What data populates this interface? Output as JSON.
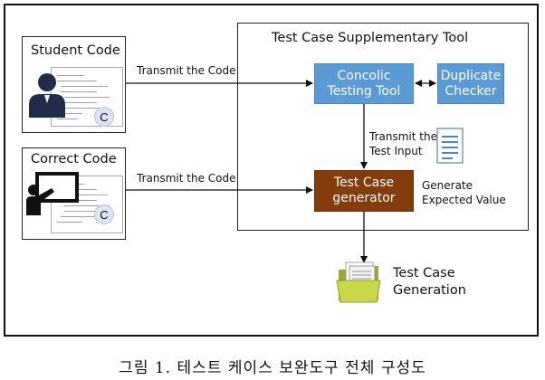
{
  "student": {
    "title": "Student Code",
    "badge": "C"
  },
  "correct": {
    "title": "Correct Code",
    "badge": "C"
  },
  "tool": {
    "title": "Test Case Supplementary Tool"
  },
  "arrows": {
    "transmit_top": "Transmit the Code",
    "transmit_bottom": "Transmit the Code",
    "transmit_input_l1": "Transmit the",
    "transmit_input_l2": "Test Input",
    "generate_l1": "Generate",
    "generate_l2": "Expected Value"
  },
  "nodes": {
    "concolic_l1": "Concolic",
    "concolic_l2": "Testing Tool",
    "duplicate_l1": "Duplicate",
    "duplicate_l2": "Checker",
    "generator_l1": "Test Case",
    "generator_l2": "generator",
    "output_l1": "Test Case",
    "output_l2": "Generation"
  },
  "caption": "그림 1. 테스트 케이스 보완도구 전체 구성도",
  "colors": {
    "blue_node": "#5b9bd5",
    "brown_node": "#843c0c",
    "folder": "#c9d84a"
  },
  "icons": [
    "student-person-icon",
    "teacher-board-icon",
    "document-icon",
    "folder-icon"
  ]
}
